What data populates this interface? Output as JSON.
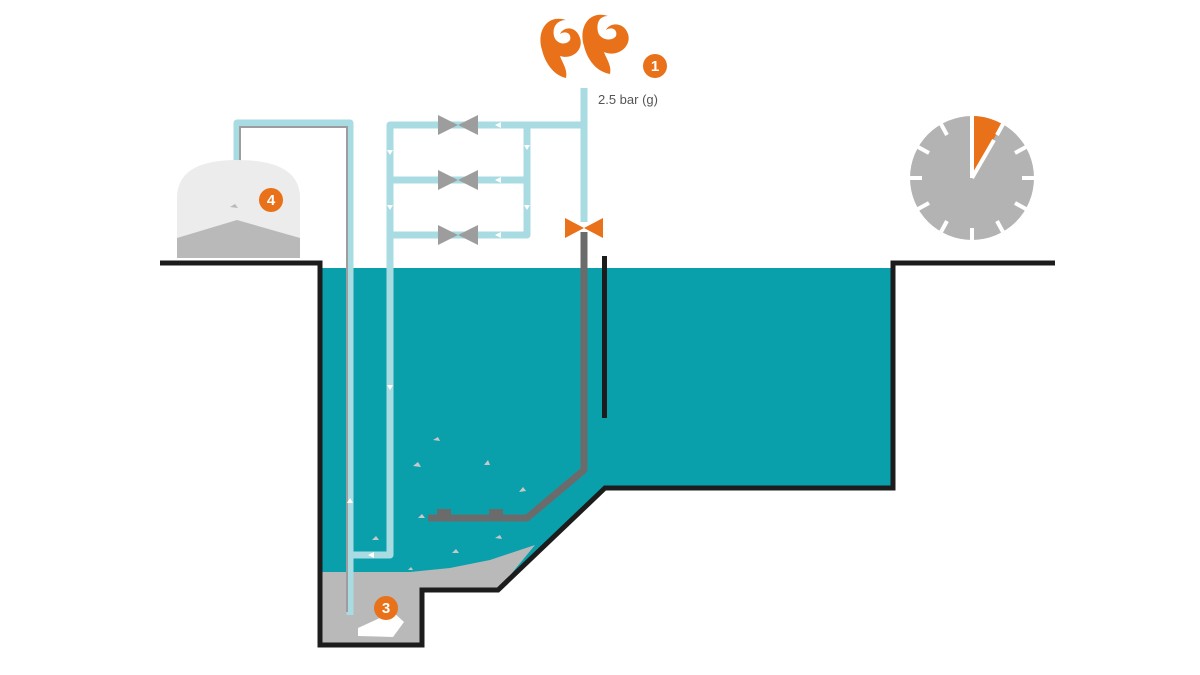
{
  "labels": {
    "pressure": "2.5 bar (g)"
  },
  "markers": [
    {
      "id": "1",
      "meaning": "compressed air inlet"
    },
    {
      "id": "3",
      "meaning": "sump pump"
    },
    {
      "id": "4",
      "meaning": "collection container"
    }
  ],
  "colors": {
    "water": "#0aa0ab",
    "pipe_light": "#a9dbe2",
    "pipe_dark": "#6b6b6b",
    "accent": "#e8711a",
    "outline": "#1c1c1c",
    "sediment": "#b9b9b9",
    "valve_grey": "#9d9d9d",
    "clock_face": "#b3b3b3",
    "tank": "#ececec"
  },
  "clock": {
    "highlighted_fraction": 0.083
  },
  "icons": [
    "air-blower-icon",
    "clock-icon",
    "valve-icon"
  ]
}
